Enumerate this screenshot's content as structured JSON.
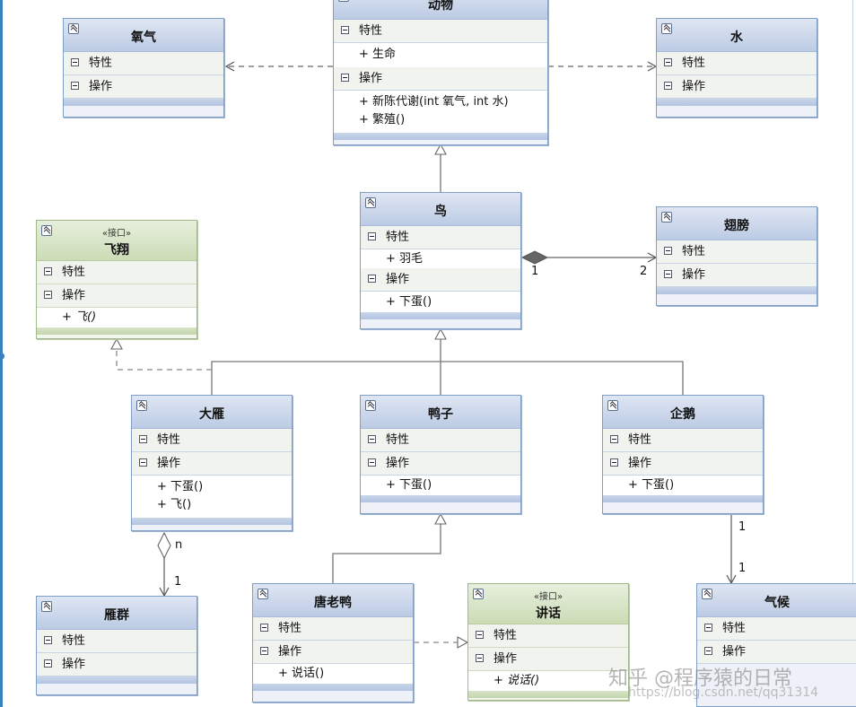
{
  "diagram": {
    "labels": {
      "attributes": "特性",
      "operations": "操作",
      "interface_stereotype": "«接口»"
    },
    "classes": {
      "animal": {
        "name": "动物",
        "attributes": [
          "+ 生命"
        ],
        "operations": [
          "+ 新陈代谢(int 氧气, int 水)",
          "+ 繁殖()"
        ]
      },
      "oxygen": {
        "name": "氧气"
      },
      "water": {
        "name": "水"
      },
      "bird": {
        "name": "鸟",
        "attributes": [
          "+ 羽毛"
        ],
        "operations": [
          "+ 下蛋()"
        ]
      },
      "wing": {
        "name": "翅膀"
      },
      "fly": {
        "name": "飞翔",
        "operations": [
          "+ 飞()"
        ]
      },
      "goose": {
        "name": "大雁",
        "operations": [
          "+ 下蛋()",
          "+ 飞()"
        ]
      },
      "duck": {
        "name": "鸭子",
        "operations": [
          "+ 下蛋()"
        ]
      },
      "penguin": {
        "name": "企鹅",
        "operations": [
          "+ 下蛋()"
        ]
      },
      "goose_flock": {
        "name": "雁群"
      },
      "donald": {
        "name": "唐老鸭",
        "operations": [
          "+ 说话()"
        ]
      },
      "speak": {
        "name": "讲话",
        "operations": [
          "+ 说话()"
        ]
      },
      "climate": {
        "name": "气候"
      }
    },
    "multiplicities": {
      "bird_end": "1",
      "wing_end": "2",
      "goose_end": "n",
      "flock_end": "1",
      "penguin_end": "1",
      "climate_end": "1"
    }
  },
  "watermark": {
    "text": "知乎 @程序猿的日常",
    "url": "https://blog.csdn.net/qq31314"
  }
}
